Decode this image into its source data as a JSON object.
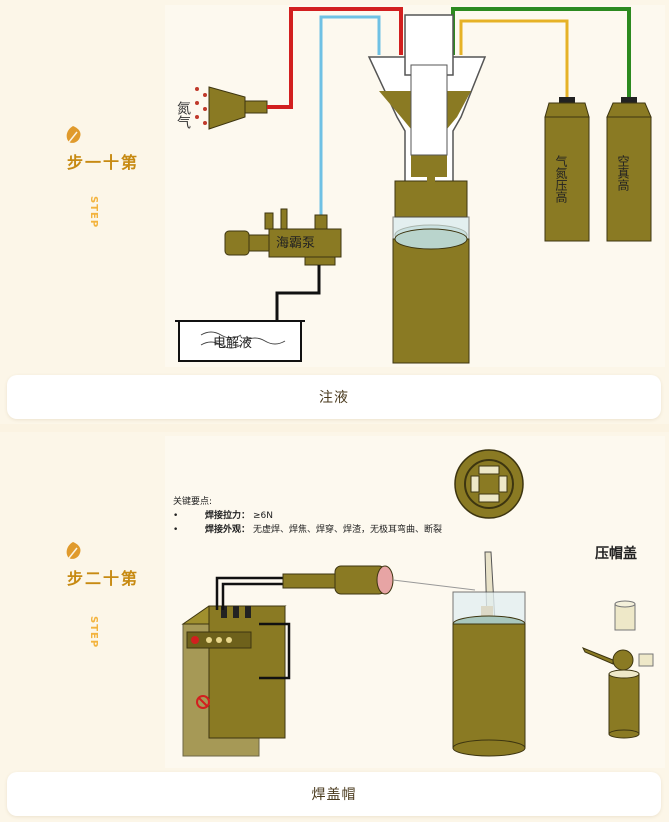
{
  "step1": {
    "label": "第十一步",
    "label_en": "STEP",
    "caption": "注液",
    "diagram": {
      "gas_label": "氮气",
      "pump_label": "海霸泵",
      "electrolyte_label": "电解液",
      "tank1_label": "气氮压高",
      "tank2_label": "空真高"
    }
  },
  "step2": {
    "label": "第十二步",
    "label_en": "STEP",
    "caption": "焊盖帽",
    "diagram": {
      "key_points_title": "关键要点:",
      "bullets": [
        {
          "key": "焊接拉力：",
          "value": "≥6N"
        },
        {
          "key": "焊接外观：",
          "value": "无虚焊、焊焦、焊穿、焊渣，无极耳弯曲、断裂"
        }
      ],
      "press_label": "压帽盖"
    }
  },
  "colors": {
    "accent": "#c78a12",
    "olive": "#8a7a23",
    "red_line": "#d21f1f",
    "green_line": "#2c8a1f",
    "blue_line": "#6fc1e4",
    "yellow_line": "#e6b226"
  }
}
